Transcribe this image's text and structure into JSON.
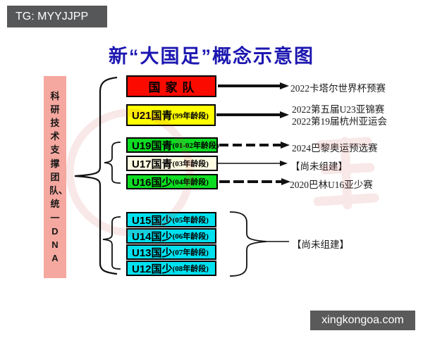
{
  "badges": {
    "tg": "TG: MYYJJPP",
    "site": "xingkongoa.com",
    "bg": "#565759"
  },
  "title": {
    "text": "新“大国足”概念示意图",
    "color": "#1c17b0"
  },
  "side_panel": {
    "text": "科研技术支撑团队、统一DNA",
    "bg": "#f5a89f"
  },
  "teams": [
    {
      "label": "国家队",
      "age": "",
      "bg": "#fb0a00",
      "line": "thick-solid",
      "target": "2022卡塔尔世界杯预赛"
    },
    {
      "label": "U21国青",
      "age": "(99年龄段)",
      "bg": "#ffff00",
      "line": "thick-solid",
      "target": "2022第五届U23亚锦赛",
      "target2": "2022第19届杭州亚运会"
    },
    {
      "label": "U19国青",
      "age": "(01-02年龄段)",
      "bg": "#0ddd22",
      "line": "thick-dashed",
      "target": "2024巴黎奥运预选赛"
    },
    {
      "label": "U17国青",
      "age": "(03年龄段)",
      "bg": "#fffde2",
      "line": "thin-solid",
      "target": "【尚未组建】"
    },
    {
      "label": "U16国少",
      "age": "(04年龄段)",
      "bg": "#0ddd22",
      "line": "thick-dashed",
      "target": "2020巴林U16亚少赛"
    },
    {
      "label": "U15国少",
      "age": "(05年龄段)",
      "bg": "#00e1f0"
    },
    {
      "label": "U14国少",
      "age": "(06年龄段)",
      "bg": "#00e1f0"
    },
    {
      "label": "U13国少",
      "age": "(07年龄段)",
      "bg": "#00e1f0"
    },
    {
      "label": "U12国少",
      "age": "(08年龄段)",
      "bg": "#00e1f0"
    }
  ],
  "youth_group_note": "【尚未组建】",
  "colors": {
    "diagram_lines": "#111111",
    "watermark": "#cc4040",
    "title_blue": "#1c17b0",
    "box_border": "#000000"
  }
}
